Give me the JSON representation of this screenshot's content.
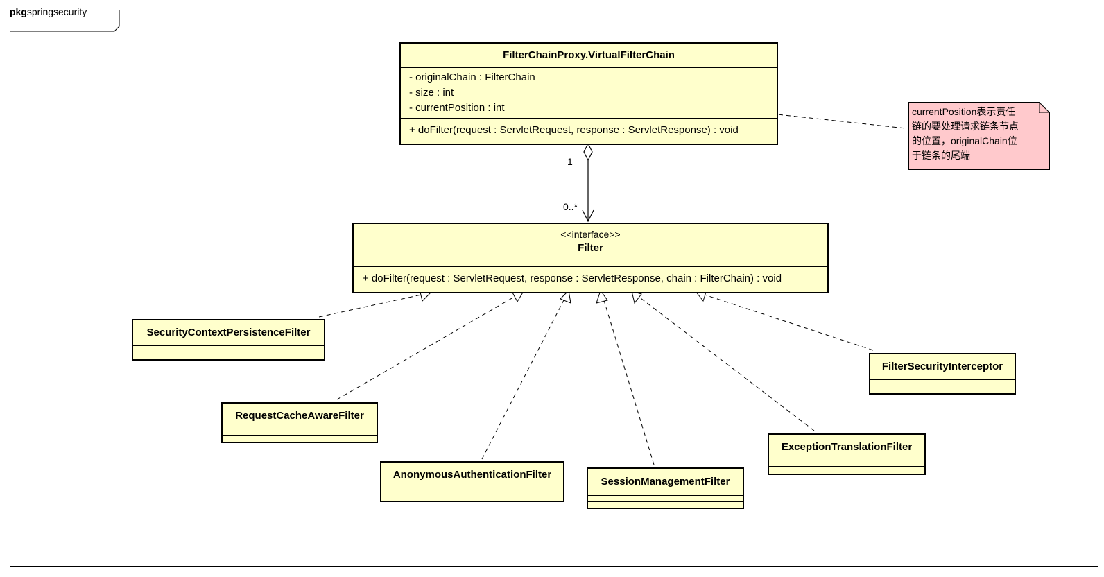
{
  "package": {
    "keyword": "pkg",
    "name": "springsecurity"
  },
  "virtual_filter_chain": {
    "name": "FilterChainProxy.VirtualFilterChain",
    "attributes": [
      "- originalChain : FilterChain",
      "- size : int",
      "- currentPosition : int"
    ],
    "operations": [
      "+ doFilter(request : ServletRequest, response : ServletResponse) : void"
    ]
  },
  "filter_interface": {
    "stereotype": "<<interface>>",
    "name": "Filter",
    "operations": [
      "+ doFilter(request : ServletRequest, response : ServletResponse, chain : FilterChain) : void"
    ]
  },
  "note": {
    "lines": [
      "currentPosition表示责任",
      "链的要处理请求链条节点",
      "的位置，originalChain位",
      "于链条的尾端"
    ],
    "color": "#ffc9cc"
  },
  "association": {
    "source_multiplicity": "1",
    "target_multiplicity": "0..*"
  },
  "implementations": [
    "SecurityContextPersistenceFilter",
    "RequestCacheAwareFilter",
    "AnonymousAuthenticationFilter",
    "SessionManagementFilter",
    "ExceptionTranslationFilter",
    "FilterSecurityInterceptor"
  ],
  "colors": {
    "class_fill": "#ffffcc",
    "line": "#000000"
  }
}
